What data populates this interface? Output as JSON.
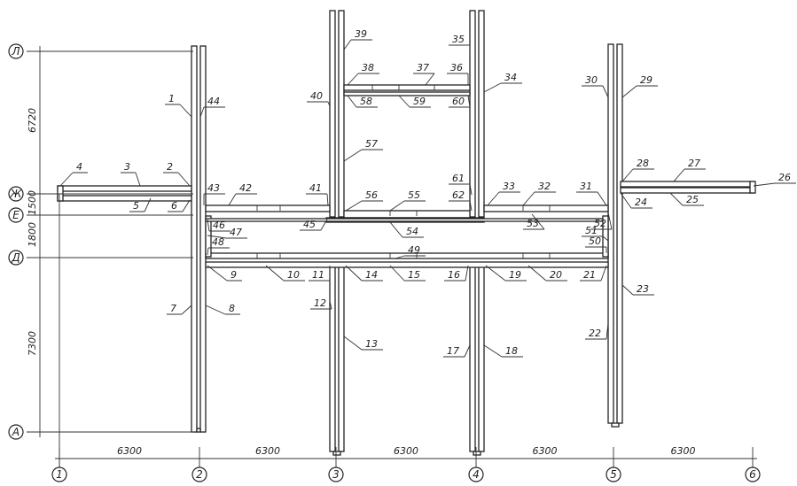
{
  "title": "Floor framing plan with numbered wall panels",
  "row_axes": [
    "Л",
    "Ж",
    "Е",
    "Д",
    "А"
  ],
  "column_axes": [
    "1",
    "2",
    "3",
    "4",
    "5",
    "6"
  ],
  "vertical_dimensions": [
    "6720",
    "1500",
    "1800",
    "7300"
  ],
  "horizontal_dimensions": [
    "6300",
    "6300",
    "6300",
    "6300",
    "6300"
  ],
  "element_labels": [
    "1",
    "44",
    "4",
    "3",
    "2",
    "5",
    "6",
    "43",
    "42",
    "41",
    "46",
    "47",
    "48",
    "45",
    "9",
    "10",
    "11",
    "14",
    "15",
    "16",
    "19",
    "20",
    "21",
    "7",
    "8",
    "12",
    "13",
    "17",
    "18",
    "22",
    "23",
    "39",
    "35",
    "38",
    "37",
    "36",
    "34",
    "40",
    "58",
    "59",
    "60",
    "57",
    "56",
    "55",
    "61",
    "62",
    "54",
    "33",
    "32",
    "31",
    "53",
    "52",
    "51",
    "50",
    "30",
    "29",
    "28",
    "27",
    "26",
    "24",
    "25",
    "49"
  ]
}
